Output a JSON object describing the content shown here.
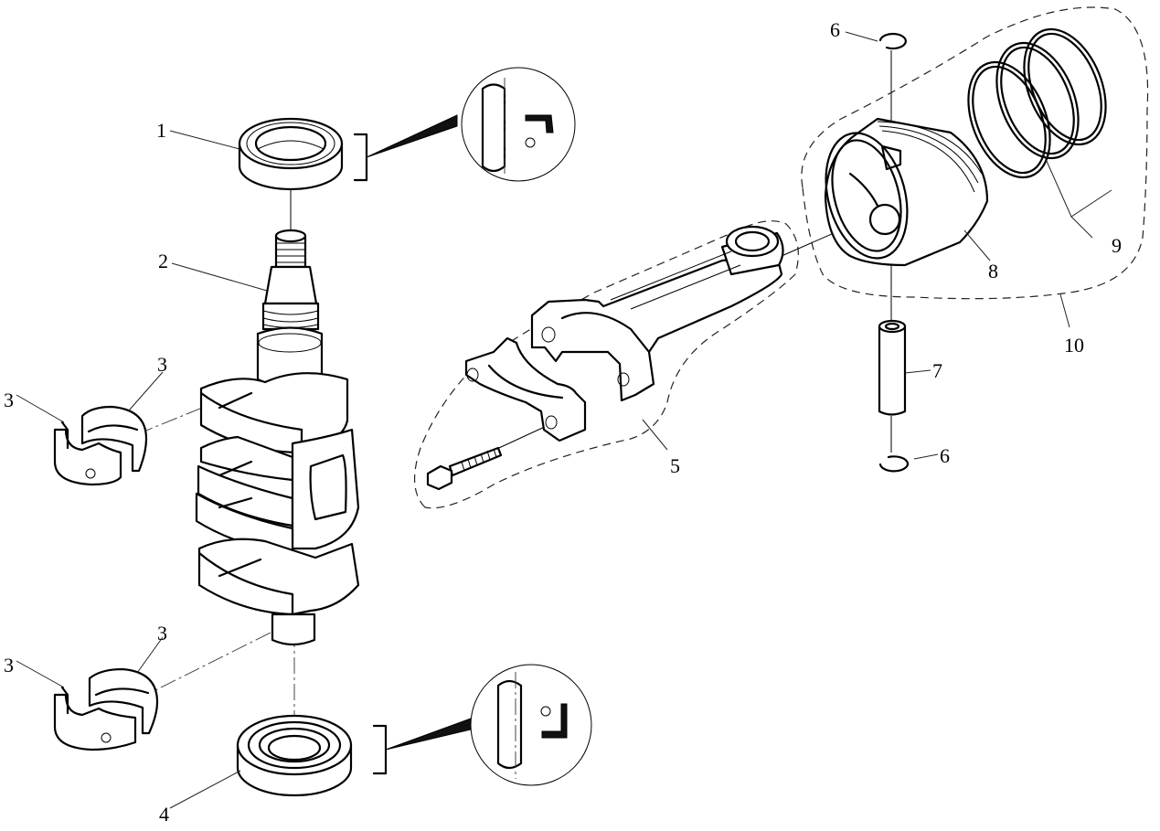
{
  "diagram": {
    "type": "exploded-parts-view",
    "subject": "Crankshaft and piston assembly",
    "line_color": "#000000",
    "background": "#ffffff"
  },
  "callouts": [
    {
      "id": "c1",
      "label": "1",
      "part": "upper-oil-seal"
    },
    {
      "id": "c2",
      "label": "2",
      "part": "crankshaft"
    },
    {
      "id": "c3a",
      "label": "3",
      "part": "main-bearing-upper-outer"
    },
    {
      "id": "c3b",
      "label": "3",
      "part": "main-bearing-upper-inner"
    },
    {
      "id": "c3c",
      "label": "3",
      "part": "main-bearing-lower-outer"
    },
    {
      "id": "c3d",
      "label": "3",
      "part": "main-bearing-lower-inner"
    },
    {
      "id": "c4",
      "label": "4",
      "part": "lower-oil-seal"
    },
    {
      "id": "c5",
      "label": "5",
      "part": "connecting-rod-assembly"
    },
    {
      "id": "c6a",
      "label": "6",
      "part": "piston-pin-clip-top"
    },
    {
      "id": "c6b",
      "label": "6",
      "part": "piston-pin-clip-bottom"
    },
    {
      "id": "c7",
      "label": "7",
      "part": "piston-pin"
    },
    {
      "id": "c8",
      "label": "8",
      "part": "piston"
    },
    {
      "id": "c9",
      "label": "9",
      "part": "piston-ring-set"
    },
    {
      "id": "c10",
      "label": "10",
      "part": "piston-assembly"
    }
  ]
}
